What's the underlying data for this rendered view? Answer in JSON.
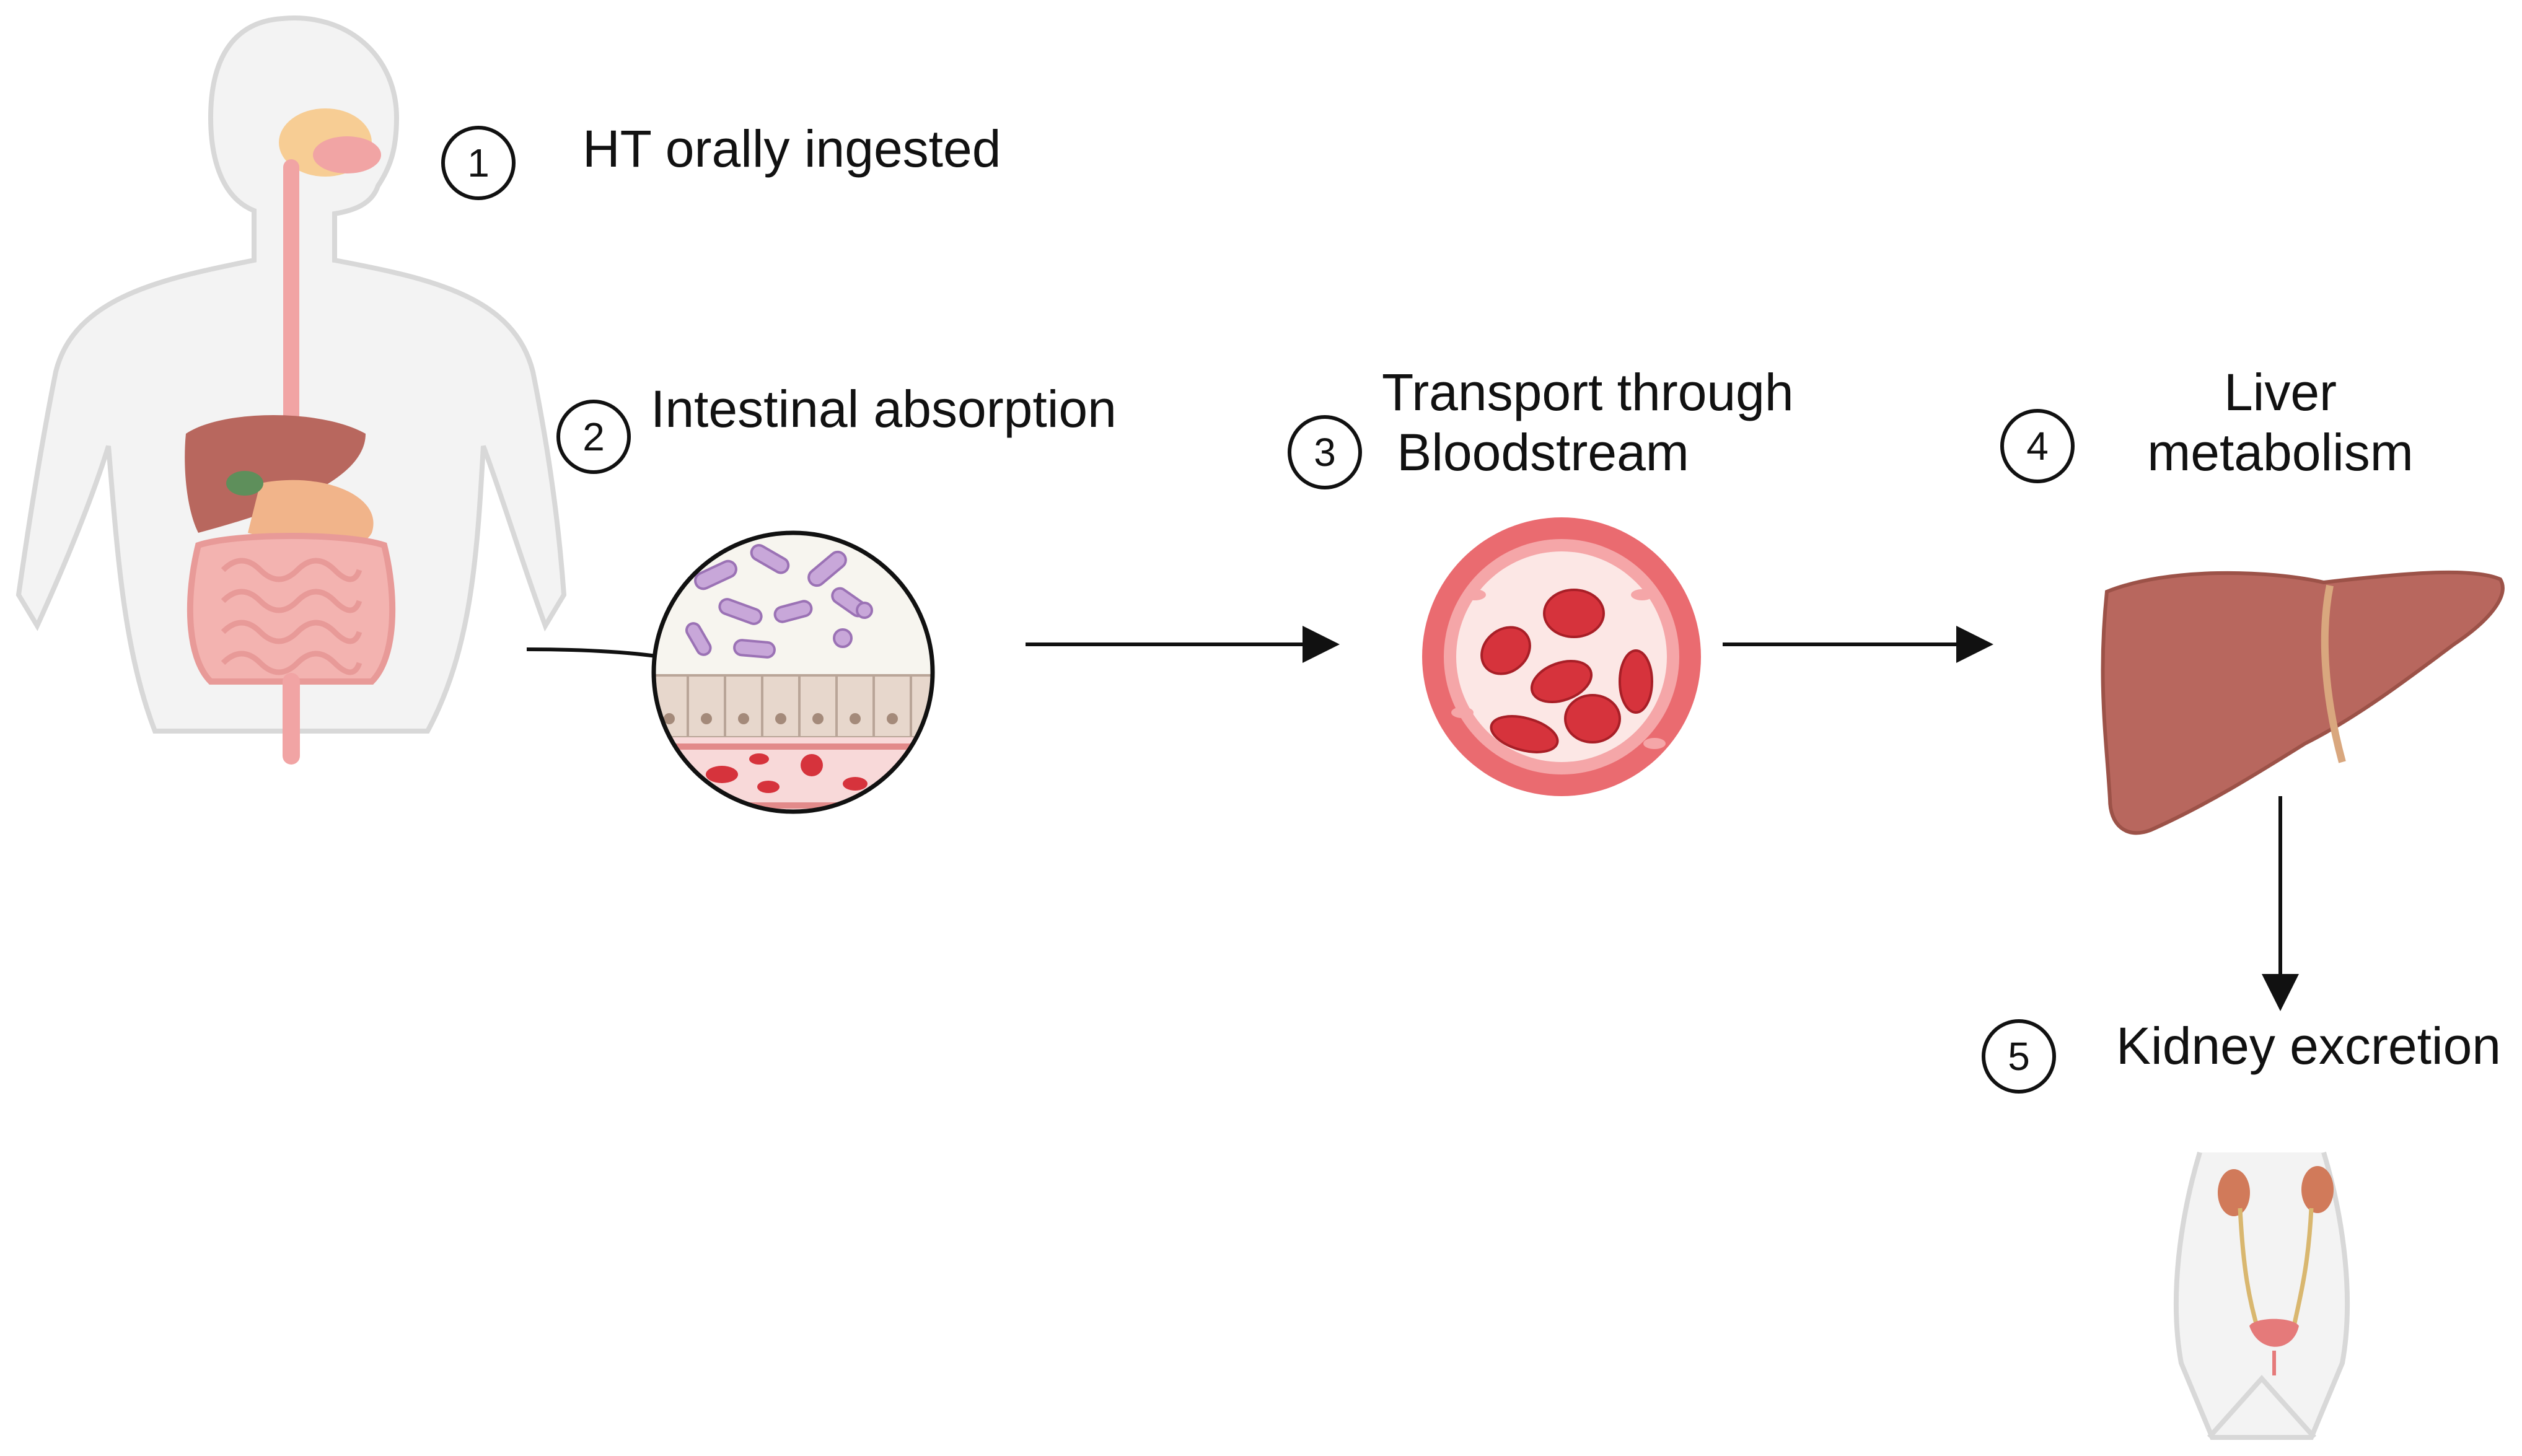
{
  "steps": [
    {
      "number": "1",
      "label": "HT orally ingested"
    },
    {
      "number": "2",
      "label": "Intestinal absorption"
    },
    {
      "number": "3",
      "label_line1": "Transport through",
      "label_line2": "Bloodstream"
    },
    {
      "number": "4",
      "label_line1": "Liver",
      "label_line2": "metabolism"
    },
    {
      "number": "5",
      "label": "Kidney excretion"
    }
  ],
  "colors": {
    "body_outline": "#d6d6d6",
    "body_fill": "#f3f3f3",
    "blood_red": "#d6333c",
    "vessel_pink": "#f2b8b8",
    "liver": "#b8675e",
    "intestine": "#f1b2b0",
    "arrow": "#111111"
  },
  "icons": [
    "human-body-digestive-icon",
    "intestinal-wall-icon",
    "blood-vessel-icon",
    "liver-icon",
    "urinary-system-icon"
  ]
}
